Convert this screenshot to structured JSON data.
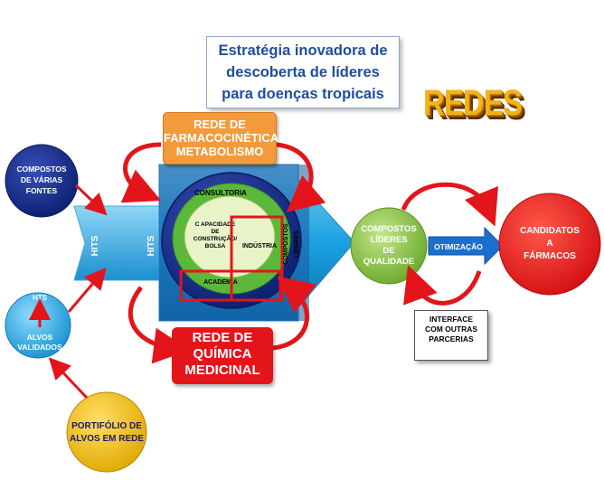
{
  "title": "Estratégia inovadora de\ndescoberta de líderes\npara doenças tropicais",
  "redes_label": "REDES",
  "pk_network_label": "REDE DE\nFARMACOCINÉTICA/\nMETABOLISMO",
  "med_chem_label": "REDE DE\nQUÍMICA\nMEDICINAL",
  "nodes": {
    "compounds_sources": [
      "COMPOSTOS",
      "DE VÁRIAS",
      "FONTES"
    ],
    "hts_small": "HTS",
    "validated_targets": [
      "ALVOS",
      "VALIDADOS"
    ],
    "target_portfolio": [
      "PORTIFÓLIO DE",
      "ALVOS EM REDE"
    ],
    "quality_leads": [
      "COMPOSTOS",
      "LÍDERES",
      "DE",
      "QUALIDADE"
    ],
    "drug_candidates": [
      "CANDIDATOS",
      "A",
      "FÁRMACOS"
    ]
  },
  "hts_labels": [
    "HITS",
    "HITS"
  ],
  "ovals": {
    "consultoria": "CONSULTORIA",
    "capacidade": [
      "C APACIDADE",
      "DE",
      "CONSTRUÇÃO/",
      "BOLSA"
    ],
    "industria": "INDÚSTRIA",
    "academia": "ACADEMIA"
  },
  "lead_compounds_vertical": [
    "COMPOSTOS",
    "LÍDERES"
  ],
  "optimization_label": "OTIMIZAÇÃO",
  "interface_label": "INTERFACE\nCOM OUTRAS\nPARCERIAS",
  "colors": {
    "title_text": "#1f4e9b",
    "navy_circle": "#0f2a8a",
    "cyan_circle": "#22a7e0",
    "gold_circle": "#f2c200",
    "green_circle": "#8cc63f",
    "red_circle": "#e3151b",
    "arrow_blue": "#1aa1e0",
    "red_arrow": "#e3151b",
    "orange_box": "#f39a3d"
  }
}
